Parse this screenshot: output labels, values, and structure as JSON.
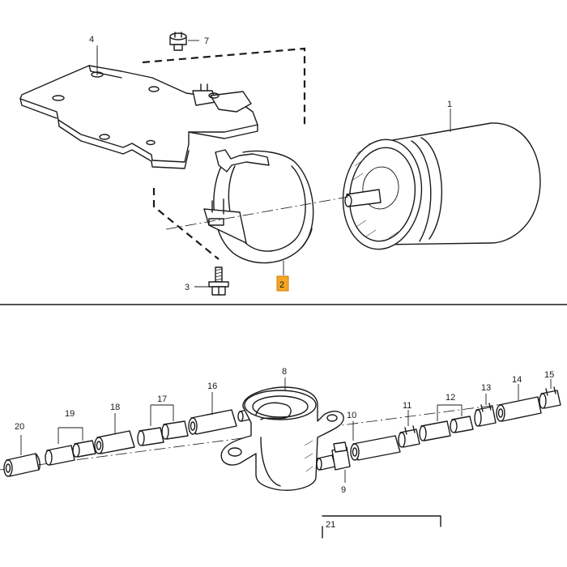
{
  "callouts": {
    "c1": "1",
    "c2": "2",
    "c3": "3",
    "c4": "4",
    "c7": "7",
    "c8": "8",
    "c9": "9",
    "c10": "10",
    "c11": "11",
    "c12": "12",
    "c13": "13",
    "c14": "14",
    "c15": "15",
    "c16": "16",
    "c17": "17",
    "c18": "18",
    "c19": "19",
    "c20": "20",
    "c21": "21"
  },
  "highlight": {
    "part": "2",
    "color": "#f5a623"
  }
}
